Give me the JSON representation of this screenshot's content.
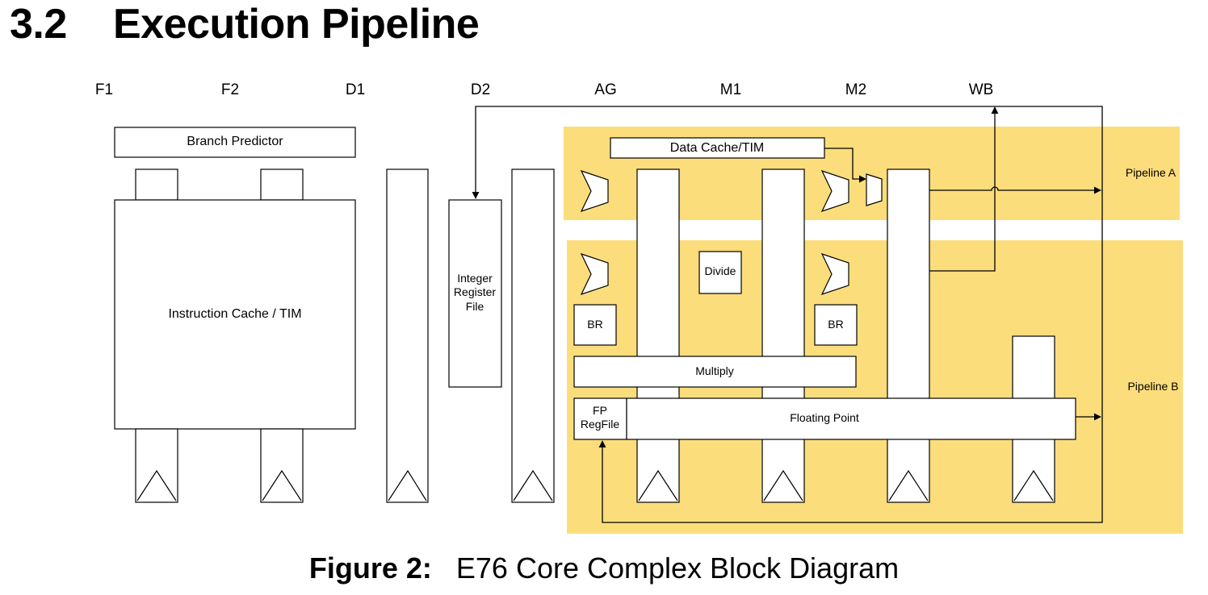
{
  "section": {
    "number": "3.2",
    "title": "Execution Pipeline"
  },
  "figure": {
    "label": "Figure 2:",
    "caption": "E76 Core Complex Block Diagram"
  },
  "diagram": {
    "stages": [
      "F1",
      "F2",
      "D1",
      "D2",
      "AG",
      "M1",
      "M2",
      "WB"
    ],
    "pipeline_a_label": "Pipeline A",
    "pipeline_b_label": "Pipeline B",
    "blocks": {
      "branch_predictor": "Branch Predictor",
      "instruction_cache": "Instruction Cache / TIM",
      "integer_register_file": [
        "Integer",
        "Register",
        "File"
      ],
      "data_cache": "Data Cache/TIM",
      "divide": "Divide",
      "br_left": "BR",
      "br_right": "BR",
      "multiply": "Multiply",
      "fp_regfile": [
        "FP",
        "RegFile"
      ],
      "floating_point": "Floating Point"
    },
    "colors": {
      "pipeline_fill": "#fcdd7c",
      "block_fill": "#ffffff",
      "stroke": "#000000"
    }
  }
}
